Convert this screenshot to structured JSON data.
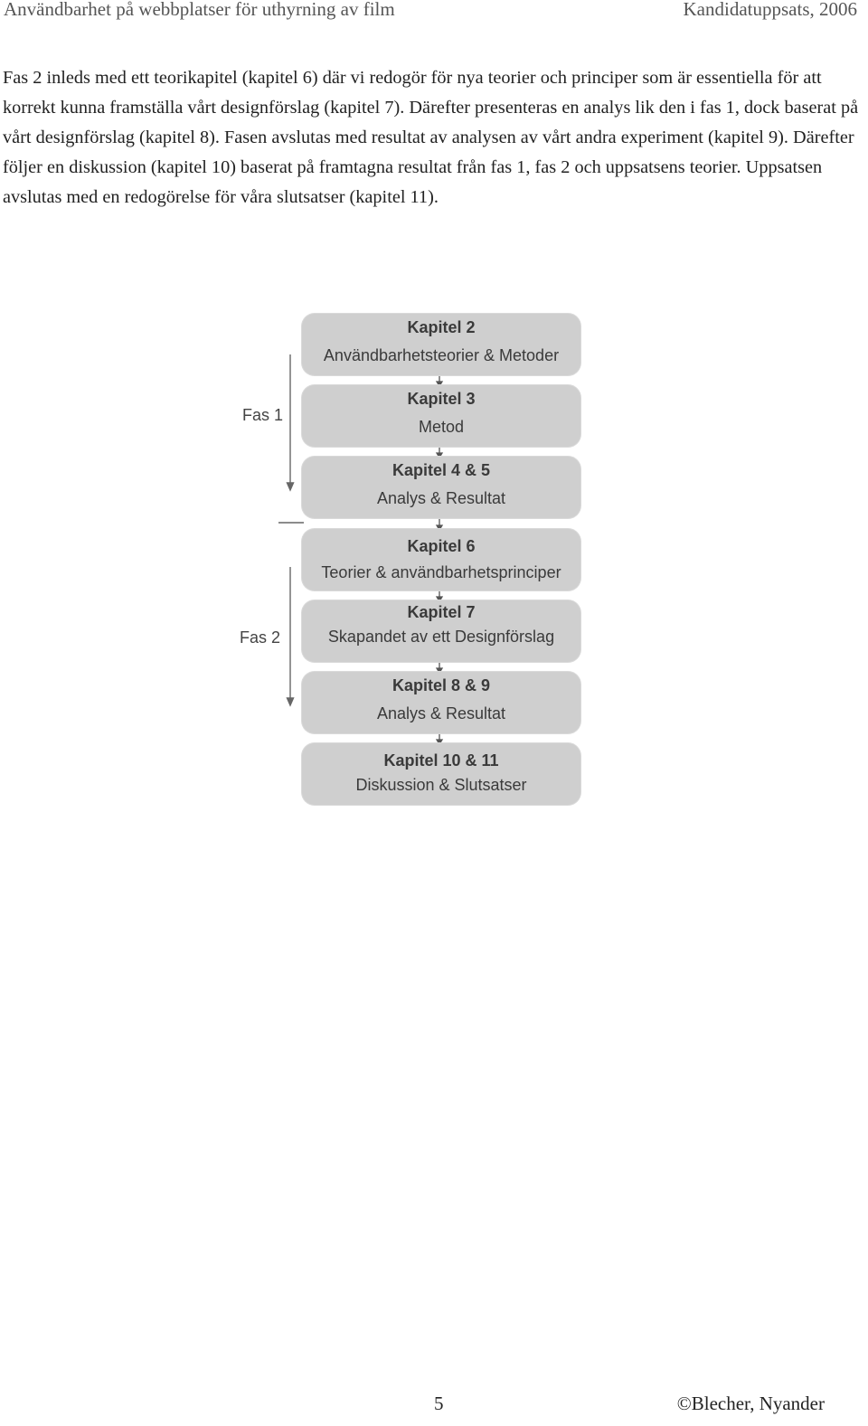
{
  "header": {
    "left": "Användbarhet på webbplatser för uthyrning av film",
    "right": "Kandidatuppsats, 2006"
  },
  "paragraph": "Fas 2 inleds med ett teorikapitel (kapitel 6) där vi redogör för nya teorier och principer som är essentiella för att korrekt kunna framställa vårt designförslag (kapitel 7). Därefter presenteras en analys lik den i fas 1, dock baserat på vårt designförslag (kapitel 8). Fasen avslutas med resultat av analysen av vårt andra experiment (kapitel 9). Därefter följer en diskussion (kapitel 10) baserat på framtagna resultat från fas 1, fas 2 och uppsatsens teorier. Uppsatsen avslutas med en redogörelse för våra slutsatser (kapitel 11).",
  "diagram": {
    "phases": [
      {
        "label": "Fas 1"
      },
      {
        "label": "Fas 2"
      }
    ],
    "boxes": [
      {
        "title": "Kapitel 2",
        "subtitle": "Användbarhetsteorier & Metoder"
      },
      {
        "title": "Kapitel 3",
        "subtitle": "Metod"
      },
      {
        "title": "Kapitel 4 & 5",
        "subtitle": "Analys & Resultat"
      },
      {
        "title": "Kapitel 6",
        "subtitle": "Teorier & användbarhetsprinciper"
      },
      {
        "title": "Kapitel 7",
        "subtitle": "Skapandet av ett Designförslag"
      },
      {
        "title": "Kapitel 8 & 9",
        "subtitle": "Analys & Resultat"
      },
      {
        "title": "Kapitel 10 & 11",
        "subtitle": "Diskussion & Slutsatser"
      }
    ]
  },
  "footer": {
    "page_number": "5",
    "copyright": "©Blecher, Nyander"
  }
}
